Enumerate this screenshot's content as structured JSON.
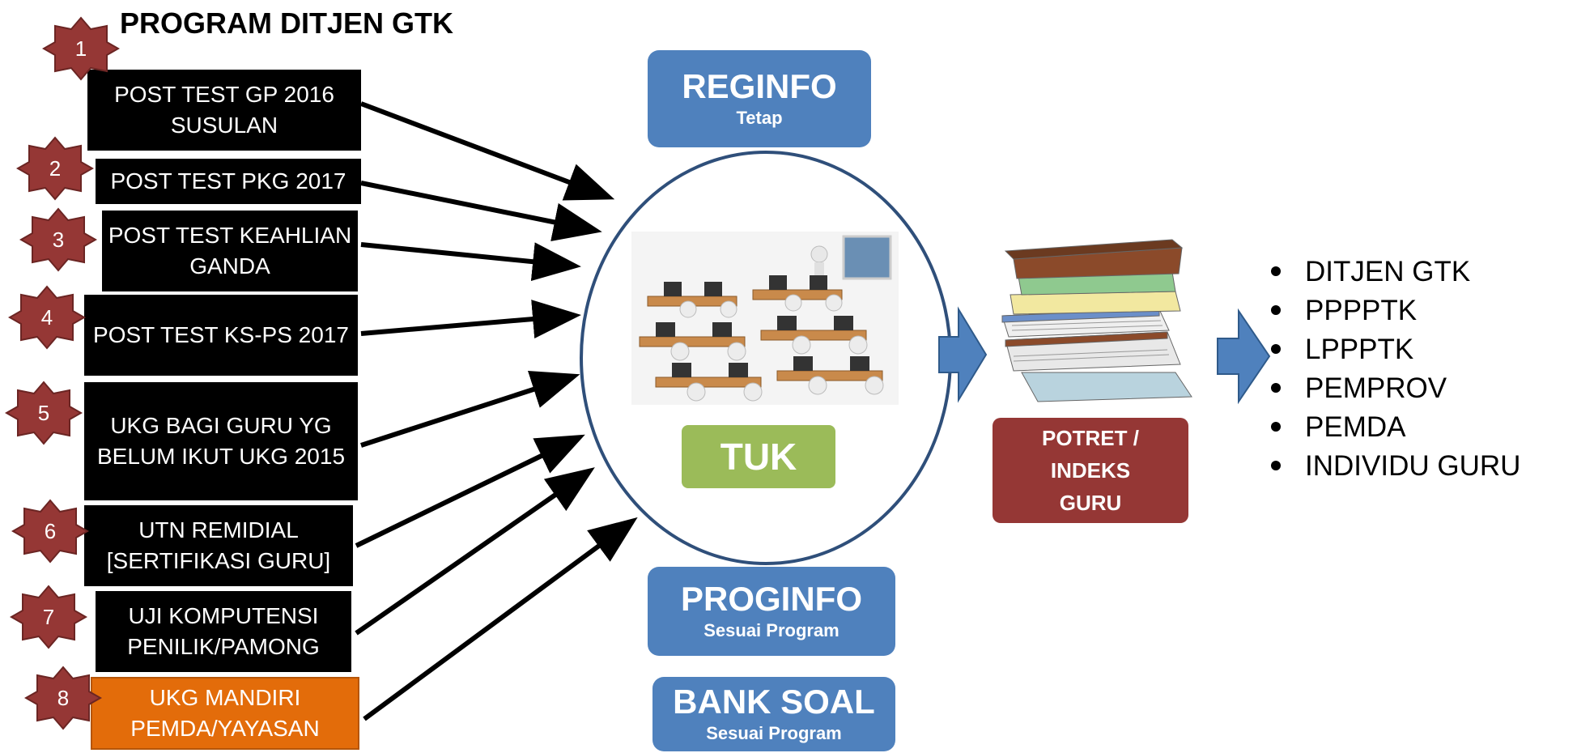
{
  "title": "PROGRAM DITJEN GTK",
  "programs": [
    {
      "num": "1",
      "label": "POST TEST GP 2016 SUSULAN"
    },
    {
      "num": "2",
      "label": "POST TEST PKG 2017"
    },
    {
      "num": "3",
      "label": "POST TEST KEAHLIAN GANDA"
    },
    {
      "num": "4",
      "label": "POST TEST KS-PS 2017"
    },
    {
      "num": "5",
      "label": "UKG BAGI GURU YG BELUM IKUT UKG 2015"
    },
    {
      "num": "6",
      "label": "UTN REMIDIAL [SERTIFIKASI GURU]"
    },
    {
      "num": "7",
      "label": "UJI KOMPUTENSI PENILIK/PAMONG"
    },
    {
      "num": "8",
      "label": "UKG MANDIRI PEMDA/YAYASAN"
    }
  ],
  "reginfo": {
    "title": "REGINFO",
    "sub": "Tetap"
  },
  "proginfo": {
    "title": "PROGINFO",
    "sub": "Sesuai Program"
  },
  "banksoal": {
    "title": "BANK SOAL",
    "sub": "Sesuai Program"
  },
  "tuk": "TUK",
  "potret": "POTRET / INDEKS GURU",
  "recipients": [
    "DITJEN GTK",
    "PPPPTK",
    "LPPPTK",
    "PEMPROV",
    "PEMDA",
    "INDIVIDU GURU"
  ],
  "colors": {
    "blue": "#4f81bd",
    "green": "#9bbb59",
    "maroon": "#953735",
    "orange": "#e36c0a",
    "black": "#000000"
  }
}
